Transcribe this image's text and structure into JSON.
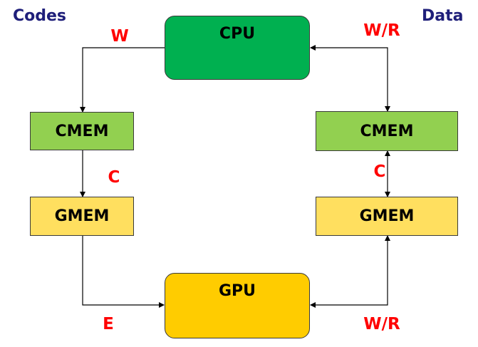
{
  "headings": {
    "codes": "Codes",
    "data": "Data"
  },
  "nodes": {
    "cpu": "CPU",
    "gpu": "GPU",
    "codes_cmem": "CMEM",
    "codes_gmem": "GMEM",
    "data_cmem": "CMEM",
    "data_gmem": "GMEM"
  },
  "edge_labels": {
    "codes_cpu_to_cmem": "W",
    "codes_cmem_to_gmem": "C",
    "codes_gmem_to_gpu": "E",
    "data_cpu_cmem": "W/R",
    "data_cmem_gmem": "C",
    "data_gpu_gmem": "W/R"
  },
  "colors": {
    "heading": "#1f1f7a",
    "edge_label": "#ff0000",
    "cpu_fill": "#00b050",
    "gpu_fill": "#ffcc00",
    "cmem_fill": "#92d050",
    "gmem_fill": "#ffdf5f",
    "wire": "#000000"
  }
}
